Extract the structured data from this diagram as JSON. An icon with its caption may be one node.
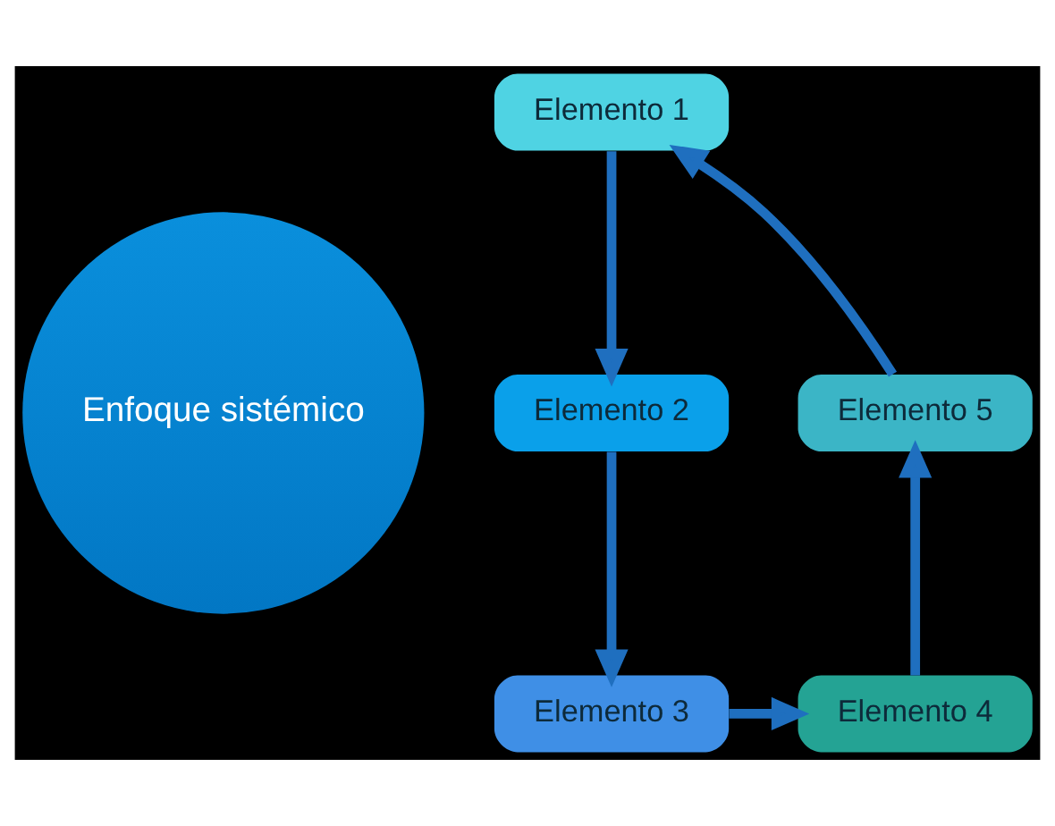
{
  "diagram": {
    "nodes": [
      {
        "text": [
          "Enfoque sistémico"
        ]
      },
      {
        "text": [
          "Elemento 1"
        ]
      },
      {
        "text": [
          "Elemento 2"
        ]
      },
      {
        "text": [
          "Elemento 3"
        ]
      },
      {
        "text": [
          "Elemento 4"
        ]
      },
      {
        "text": [
          "Elemento 5"
        ]
      }
    ],
    "edges": [
      {
        "from": 1,
        "to": 2,
        "arrow": "to"
      },
      {
        "from": 2,
        "to": 3,
        "arrow": "to"
      },
      {
        "from": 3,
        "to": 4,
        "arrow": "to"
      },
      {
        "from": 4,
        "to": 5,
        "arrow": "to"
      },
      {
        "from": 5,
        "to": 1,
        "arrow": "to"
      }
    ]
  }
}
